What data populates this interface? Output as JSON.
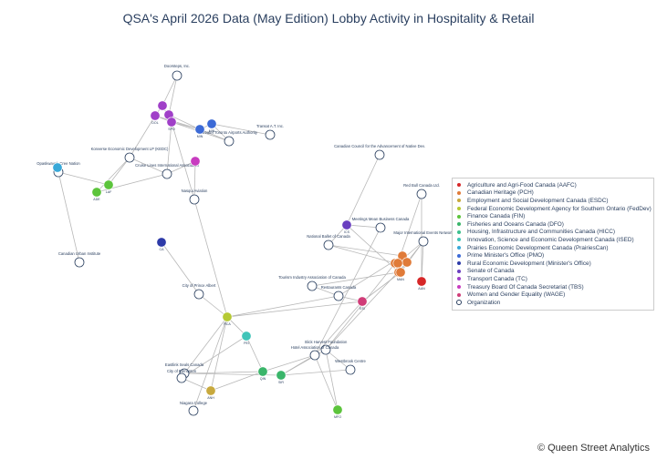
{
  "title": "QSA's April 2026 Data (May Edition) Lobby Activity in Hospitality & Retail",
  "footer": "© Queen Street Analytics",
  "chart_data": {
    "type": "network",
    "legend": [
      {
        "key": "AAFC",
        "label": "Agriculture and Agri-Food Canada (AAFC)",
        "color": "#d62728"
      },
      {
        "key": "PCH",
        "label": "Canadian Heritage (PCH)",
        "color": "#e07b39"
      },
      {
        "key": "ESDC",
        "label": "Employment and Social Development Canada (ESDC)",
        "color": "#c8a93e"
      },
      {
        "key": "FEDDEV",
        "label": "Federal Economic Development Agency for Southern Ontario (FedDev)",
        "color": "#b5c934"
      },
      {
        "key": "FIN",
        "label": "Finance Canada (FIN)",
        "color": "#5cc43c"
      },
      {
        "key": "DFO",
        "label": "Fisheries and Oceans Canada (DFO)",
        "color": "#3ab56a"
      },
      {
        "key": "HICC",
        "label": "Housing, Infrastructure and Communities Canada (HICC)",
        "color": "#3cc08e"
      },
      {
        "key": "ISED",
        "label": "Innovation, Science and Economic Development Canada (ISED)",
        "color": "#40c4b8"
      },
      {
        "key": "PRAIRIESCAN",
        "label": "Prairies Economic Development Canada (PrairiesCan)",
        "color": "#38a8d8"
      },
      {
        "key": "PMO",
        "label": "Prime Minister's Office (PMO)",
        "color": "#3c6ad6"
      },
      {
        "key": "RURAL",
        "label": "Rural Economic Development (Minister's Office)",
        "color": "#2d3aa8"
      },
      {
        "key": "SEN",
        "label": "Senate of Canada",
        "color": "#6a3fc0"
      },
      {
        "key": "TC",
        "label": "Transport Canada (TC)",
        "color": "#a040c8"
      },
      {
        "key": "TBS",
        "label": "Treasury Board Of Canada Secretariat (TBS)",
        "color": "#c83cc0"
      },
      {
        "key": "WAGE",
        "label": "Women and Gender Equality (WAGE)",
        "color": "#d03c78"
      },
      {
        "key": "ORG",
        "label": "Organization",
        "color": "#ffffff"
      }
    ],
    "nodes": [
      {
        "id": "o1",
        "label": "Doorsteps, Inc.",
        "group": "ORG"
      },
      {
        "id": "o2",
        "label": "Greater Toronto Airports Authority",
        "group": "ORG"
      },
      {
        "id": "o3",
        "label": "Transat A.T. Inc.",
        "group": "ORG"
      },
      {
        "id": "o4",
        "label": "Konverse Economic Development LP (KEDC)",
        "group": "ORG"
      },
      {
        "id": "o5",
        "label": "Cruise Lines International Association",
        "group": "ORG"
      },
      {
        "id": "o6",
        "label": "Opaskwayak Cree Nation",
        "group": "ORG"
      },
      {
        "id": "o7",
        "label": "Nasqui Aviation",
        "group": "ORG"
      },
      {
        "id": "o8",
        "label": "Canadian Urban Institute",
        "group": "ORG"
      },
      {
        "id": "o9",
        "label": "Canadian Council for the Advancement of Native Dev.",
        "group": "ORG"
      },
      {
        "id": "o10",
        "label": "Red Bull Canada Ltd.",
        "group": "ORG"
      },
      {
        "id": "o11",
        "label": "Meetings Mean Business Canada",
        "group": "ORG"
      },
      {
        "id": "o12",
        "label": "National Ballet of Canada",
        "group": "ORG"
      },
      {
        "id": "o13",
        "label": "Major International Events Network",
        "group": "ORG"
      },
      {
        "id": "o14",
        "label": "Tourism Industry Association of Canada",
        "group": "ORG"
      },
      {
        "id": "o15",
        "label": "Restaurants Canada",
        "group": "ORG"
      },
      {
        "id": "o16",
        "label": "City of Prince Albert",
        "group": "ORG"
      },
      {
        "id": "o17",
        "label": "Slick Harvest Foundation",
        "group": "ORG"
      },
      {
        "id": "o18",
        "label": "Hotel Association of Canada",
        "group": "ORG"
      },
      {
        "id": "o19",
        "label": "Westbrook Centre",
        "group": "ORG"
      },
      {
        "id": "o20",
        "label": "Eastlink Seals Canada",
        "group": "ORG"
      },
      {
        "id": "o21",
        "label": "City of Edmonton",
        "group": "ORG"
      },
      {
        "id": "o22",
        "label": "Niagara College",
        "group": "ORG"
      },
      {
        "id": "m1",
        "label": "",
        "group": "TC"
      },
      {
        "id": "m2",
        "label": "DOL",
        "group": "TC"
      },
      {
        "id": "m3",
        "label": "",
        "group": "TC"
      },
      {
        "id": "m4",
        "label": "SPO",
        "group": "TC"
      },
      {
        "id": "m5",
        "label": "MIN",
        "group": "PMO"
      },
      {
        "id": "m6",
        "label": "MIN",
        "group": "PMO"
      },
      {
        "id": "m7",
        "label": "",
        "group": "TBS"
      },
      {
        "id": "m8",
        "label": "",
        "group": "PRAIRIESCAN"
      },
      {
        "id": "m9",
        "label": "LAF",
        "group": "FIN"
      },
      {
        "id": "m10",
        "label": "ADE",
        "group": "FIN"
      },
      {
        "id": "m11",
        "label": "CA",
        "group": "RURAL"
      },
      {
        "id": "m12",
        "label": "ICS",
        "group": "SEN"
      },
      {
        "id": "m13",
        "label": "",
        "group": "PCH"
      },
      {
        "id": "m14",
        "label": "",
        "group": "PCH"
      },
      {
        "id": "m15",
        "label": "",
        "group": "PCH"
      },
      {
        "id": "m16",
        "label": "",
        "group": "PCH"
      },
      {
        "id": "m17",
        "label": "",
        "group": "PCH"
      },
      {
        "id": "m18",
        "label": "MAN",
        "group": "PCH"
      },
      {
        "id": "m19",
        "label": "AAN",
        "group": "AAFC"
      },
      {
        "id": "m20",
        "label": "ESI",
        "group": "WAGE"
      },
      {
        "id": "m21",
        "label": "RCA",
        "group": "FEDDEV"
      },
      {
        "id": "m22",
        "label": "PEI",
        "group": "ISED"
      },
      {
        "id": "m23",
        "label": "QIN",
        "group": "DFO"
      },
      {
        "id": "m24",
        "label": "SIR",
        "group": "DFO"
      },
      {
        "id": "m25",
        "label": "ANH",
        "group": "ESDC"
      },
      {
        "id": "m26",
        "label": "MFO",
        "group": "FIN"
      }
    ],
    "edges": [
      [
        "o1",
        "m1"
      ],
      [
        "o1",
        "m3"
      ],
      [
        "m1",
        "m2"
      ],
      [
        "m1",
        "m4"
      ],
      [
        "m2",
        "m4"
      ],
      [
        "m3",
        "m4"
      ],
      [
        "m3",
        "m5"
      ],
      [
        "m2",
        "m5"
      ],
      [
        "m4",
        "m5"
      ],
      [
        "m5",
        "m6"
      ],
      [
        "m5",
        "o2"
      ],
      [
        "m6",
        "o2"
      ],
      [
        "m6",
        "o3"
      ],
      [
        "m4",
        "o2"
      ],
      [
        "m2",
        "o4"
      ],
      [
        "m4",
        "o5"
      ],
      [
        "o4",
        "m9"
      ],
      [
        "o4",
        "m10"
      ],
      [
        "o4",
        "o5"
      ],
      [
        "m7",
        "o5"
      ],
      [
        "m7",
        "o7"
      ],
      [
        "m4",
        "o7"
      ],
      [
        "o6",
        "m9"
      ],
      [
        "o6",
        "o8"
      ],
      [
        "m8",
        "o6"
      ],
      [
        "m10",
        "o5"
      ],
      [
        "o7",
        "m21"
      ],
      [
        "m11",
        "o16"
      ],
      [
        "o16",
        "m21"
      ],
      [
        "m21",
        "m22"
      ],
      [
        "m21",
        "o20"
      ],
      [
        "m21",
        "o22"
      ],
      [
        "m21",
        "m25"
      ],
      [
        "m21",
        "m20"
      ],
      [
        "m21",
        "o15"
      ],
      [
        "m22",
        "o21"
      ],
      [
        "m22",
        "m23"
      ],
      [
        "o9",
        "m12"
      ],
      [
        "m12",
        "o11"
      ],
      [
        "m12",
        "o12"
      ],
      [
        "m12",
        "m17"
      ],
      [
        "o12",
        "m13"
      ],
      [
        "o12",
        "m14"
      ],
      [
        "o13",
        "m16"
      ],
      [
        "o13",
        "m15"
      ],
      [
        "o13",
        "m18"
      ],
      [
        "o13",
        "m19"
      ],
      [
        "o10",
        "m19"
      ],
      [
        "o10",
        "m16"
      ],
      [
        "o14",
        "m17"
      ],
      [
        "o14",
        "o15"
      ],
      [
        "o15",
        "m20"
      ],
      [
        "o15",
        "m13"
      ],
      [
        "m20",
        "o18"
      ],
      [
        "o11",
        "o18"
      ],
      [
        "o17",
        "m14"
      ],
      [
        "o17",
        "m15"
      ],
      [
        "o17",
        "m26"
      ],
      [
        "o17",
        "m24"
      ],
      [
        "o18",
        "m23"
      ],
      [
        "o18",
        "m26"
      ],
      [
        "o18",
        "m24"
      ],
      [
        "o19",
        "m24"
      ],
      [
        "o19",
        "o17"
      ],
      [
        "o20",
        "m23"
      ],
      [
        "o20",
        "m24"
      ],
      [
        "o21",
        "m25"
      ],
      [
        "m25",
        "m23"
      ],
      [
        "m18",
        "m20"
      ],
      [
        "m13",
        "m15"
      ],
      [
        "m14",
        "m16"
      ],
      [
        "m15",
        "m17"
      ]
    ]
  }
}
